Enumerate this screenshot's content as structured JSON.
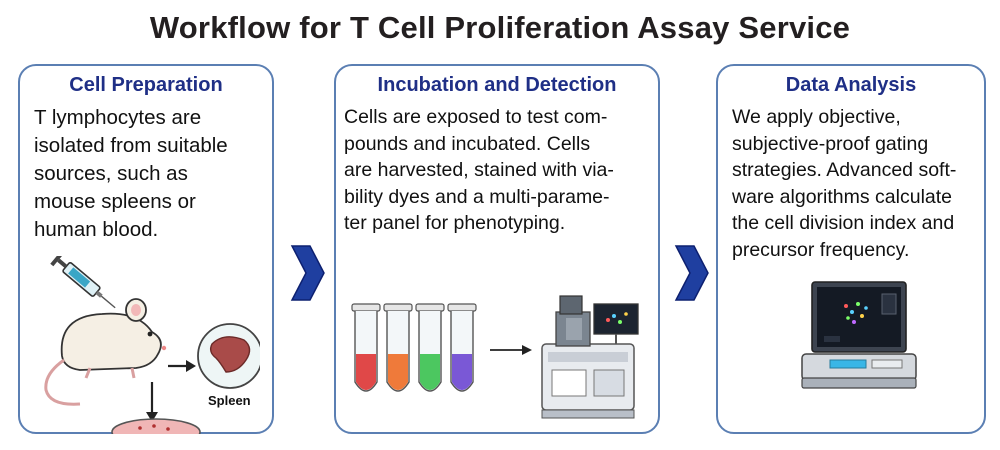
{
  "title": "Workflow for T Cell Proliferation Assay Service",
  "panels": [
    {
      "title": "Cell Preparation",
      "body": "T lymphocytes are\nisolated from suitable\nsources, such as\nmouse spleens or\nhuman blood.",
      "labels": {
        "spleen": "Spleen"
      }
    },
    {
      "title": "Incubation and Detection",
      "body": "Cells are exposed to test com-\npounds and incubated. Cells\nare harvested, stained with via-\nbility dyes and a multi-parame-\nter panel for phenotyping."
    },
    {
      "title": "Data Analysis",
      "body": "We apply objective,\nsubjective-proof gating\nstrategies. Advanced soft-\nware algorithms calculate\nthe cell division index and\nprecursor frequency."
    }
  ],
  "colors": {
    "panel_border": "#5b7fb3",
    "panel_title": "#1f2f86",
    "chevron": "#1f3fa0",
    "tube_red": "#e04848",
    "tube_orange": "#ef7a3a",
    "tube_green": "#4cc760",
    "tube_purple": "#7a58d6"
  }
}
